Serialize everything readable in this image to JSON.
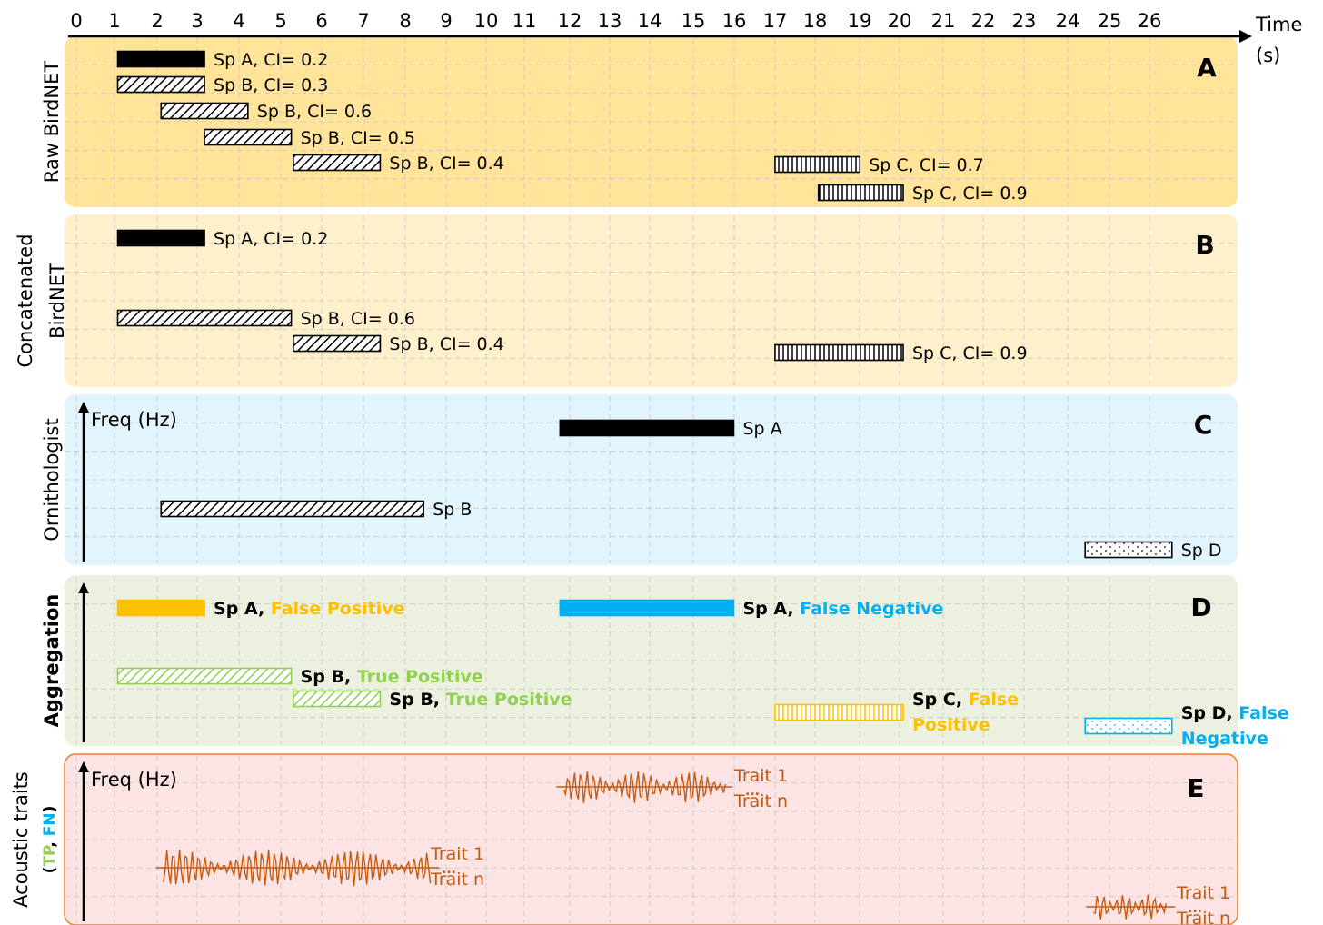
{
  "axis": {
    "ticks": [
      "0",
      "1",
      "2",
      "3",
      "4",
      "5",
      "6",
      "7",
      "8",
      "9",
      "10",
      "11",
      "12",
      "13",
      "14",
      "15",
      "16",
      "17",
      "18",
      "19",
      "20",
      "21",
      "22",
      "23",
      "24",
      "25",
      "26"
    ],
    "label_line1": "Time",
    "label_line2": "(s)"
  },
  "panels": [
    {
      "id": "A",
      "letter": "A",
      "side_label": [
        "Raw BirdNET"
      ],
      "fill": "#FFE49A",
      "bold_label": false,
      "bars": [
        {
          "start": 1.0,
          "end": 3.1,
          "pattern": "solid",
          "color": "#000000",
          "label": "Sp A, CI= 0.2"
        },
        {
          "start": 1.0,
          "end": 3.1,
          "pattern": "hatch",
          "color": "#000000",
          "label": "Sp B, CI= 0.3"
        },
        {
          "start": 2.05,
          "end": 4.15,
          "pattern": "hatch",
          "color": "#000000",
          "label": "Sp B, CI= 0.6"
        },
        {
          "start": 3.1,
          "end": 5.2,
          "pattern": "hatch",
          "color": "#000000",
          "label": "Sp B, CI= 0.5"
        },
        {
          "start": 5.25,
          "end": 7.35,
          "pattern": "hatch",
          "color": "#000000",
          "label": "Sp B, CI= 0.4"
        },
        {
          "start": 16.9,
          "end": 18.95,
          "pattern": "vlines",
          "color": "#000000",
          "label": "Sp C, CI= 0.7"
        },
        {
          "start": 17.95,
          "end": 20.0,
          "pattern": "vlines",
          "color": "#000000",
          "label": "Sp C, CI= 0.9"
        }
      ]
    },
    {
      "id": "B",
      "letter": "B",
      "side_label": [
        "Concatenated",
        "BirdNET"
      ],
      "fill": "#FFF0CC",
      "bold_label": false,
      "bars": [
        {
          "start": 1.0,
          "end": 3.1,
          "pattern": "solid",
          "color": "#000000",
          "label": "Sp A, CI= 0.2"
        },
        {
          "start": 1.0,
          "end": 5.2,
          "pattern": "hatch",
          "color": "#000000",
          "label": "Sp B, CI= 0.6"
        },
        {
          "start": 5.25,
          "end": 7.35,
          "pattern": "hatch",
          "color": "#000000",
          "label": "Sp B, CI= 0.4"
        },
        {
          "start": 16.9,
          "end": 20.0,
          "pattern": "vlines",
          "color": "#000000",
          "label": "Sp C, CI= 0.9"
        }
      ]
    },
    {
      "id": "C",
      "letter": "C",
      "side_label": [
        "Ornithologist"
      ],
      "fill": "#E2F4FC",
      "bold_label": false,
      "freq_label": "Freq (Hz)",
      "bars": [
        {
          "start": 11.7,
          "end": 15.9,
          "pattern": "solid",
          "color": "#000000",
          "label": "Sp A"
        },
        {
          "start": 2.05,
          "end": 8.4,
          "pattern": "hatch",
          "color": "#000000",
          "label": "Sp B"
        },
        {
          "start": 24.4,
          "end": 26.5,
          "pattern": "dots",
          "color": "#000000",
          "label": "Sp D"
        }
      ]
    },
    {
      "id": "D",
      "letter": "D",
      "side_label": [
        "Aggregation"
      ],
      "fill": "#EBF1DE",
      "bold_label": true,
      "bars": [
        {
          "start": 1.0,
          "end": 3.1,
          "pattern": "solid",
          "color": "#FFC000",
          "sp": "Sp A,",
          "status": "False Positive",
          "status_color": "#FFC000"
        },
        {
          "start": 11.7,
          "end": 15.9,
          "pattern": "solid",
          "color": "#00B0F0",
          "sp": "Sp A,",
          "status": "False Negative",
          "status_color": "#00B0F0"
        },
        {
          "start": 1.0,
          "end": 5.2,
          "pattern": "hatch",
          "color": "#92D050",
          "sp": "Sp B,",
          "status": "True Positive",
          "status_color": "#92D050"
        },
        {
          "start": 5.25,
          "end": 7.35,
          "pattern": "hatch",
          "color": "#92D050",
          "sp": "Sp B,",
          "status": "True Positive",
          "status_color": "#92D050"
        },
        {
          "start": 16.9,
          "end": 20.0,
          "pattern": "vlines",
          "color": "#FFC000",
          "sp": "Sp C,",
          "status": "False",
          "status_line2": "Positive",
          "status_color": "#FFC000"
        },
        {
          "start": 24.4,
          "end": 26.5,
          "pattern": "dots",
          "color": "#00B0F0",
          "sp": "Sp D,",
          "status": "False",
          "status_line2": "Negative",
          "status_color": "#00B0F0"
        }
      ]
    },
    {
      "id": "E",
      "letter": "E",
      "side_label": [
        "Acoustic traits"
      ],
      "side_sub": {
        "open": "(",
        "tp": "TP",
        "sep": ", ",
        "fn": "FN",
        "close": ")"
      },
      "fill": "#FCE4E4",
      "bold_label": false,
      "freq_label": "Freq (Hz)",
      "trait_first": "Trait 1",
      "trait_dots": "...",
      "trait_last": "Trait n",
      "wave_color": "#C55A11"
    }
  ]
}
